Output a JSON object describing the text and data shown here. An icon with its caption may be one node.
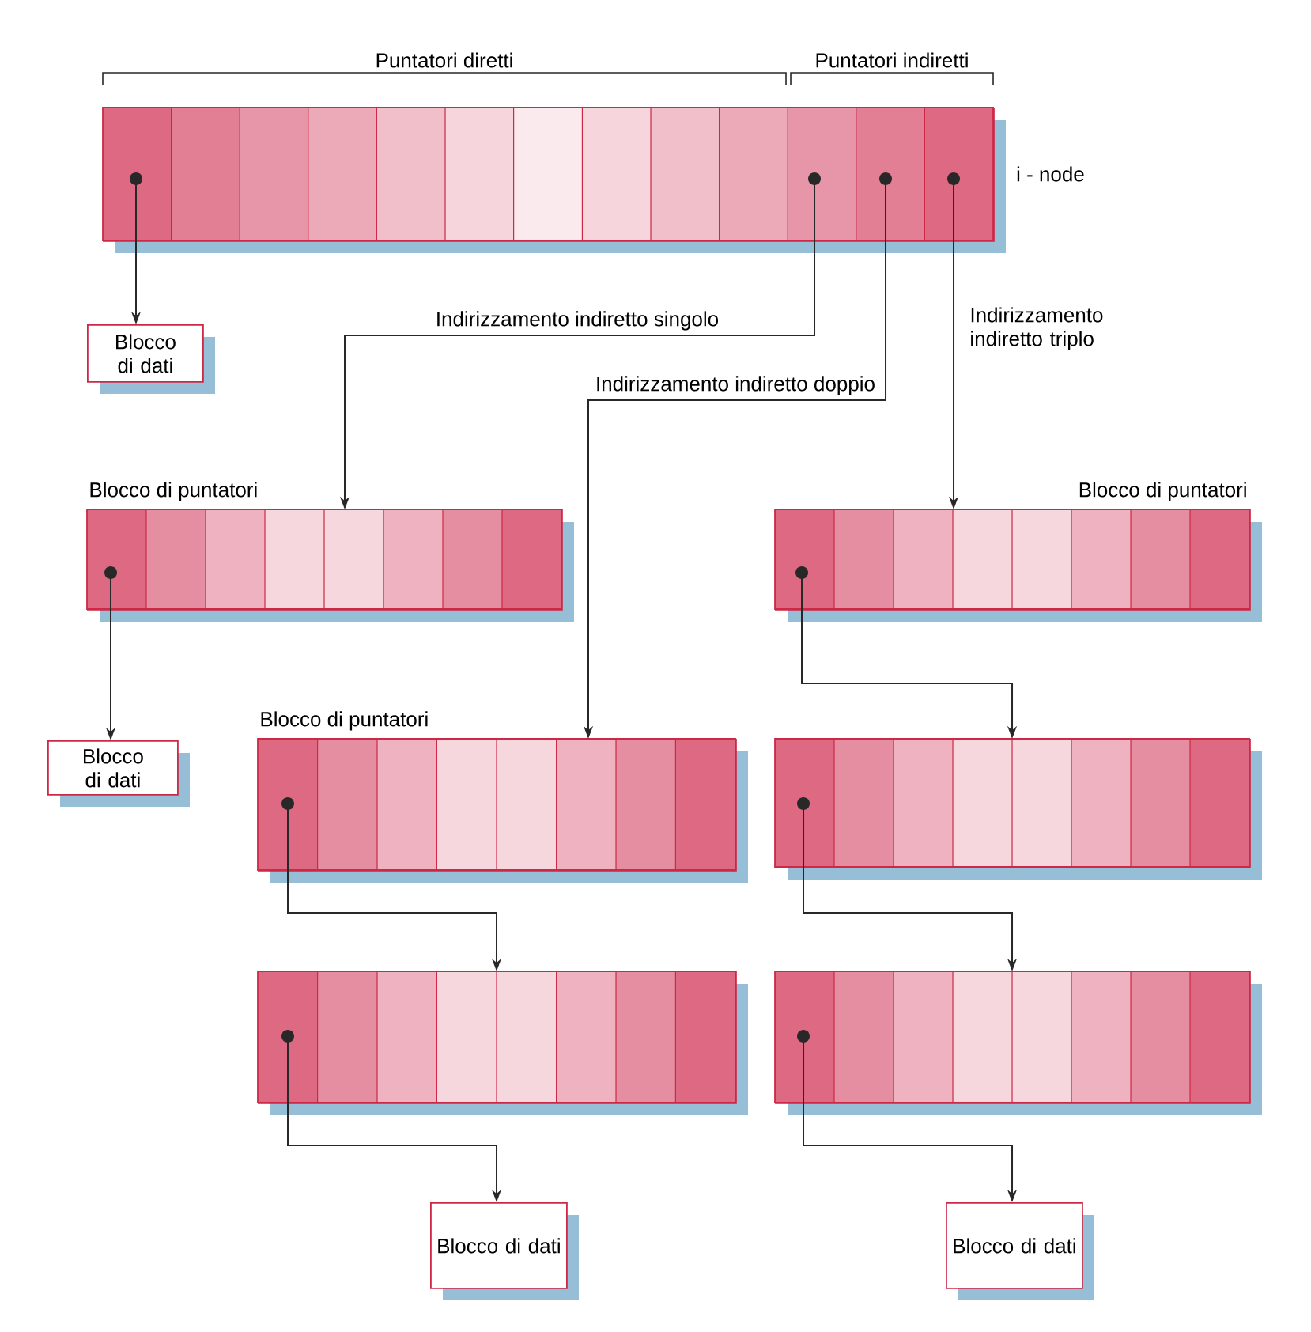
{
  "diagram": {
    "nodes": [
      {
        "text": [
          "i - node"
        ]
      },
      {
        "text": [
          "Blocco di dati"
        ]
      },
      {
        "text": [
          "Blocco di puntatori"
        ]
      },
      {
        "text": [
          "Blocco di puntatori"
        ]
      },
      {
        "text": [
          "Blocco di dati"
        ]
      },
      {
        "text": [
          "Blocco di puntatori"
        ]
      },
      {
        "text": [],
        "shape": "box"
      },
      {
        "text": [],
        "shape": "box"
      },
      {
        "text": [],
        "shape": "box"
      },
      {
        "text": [
          "Blocco di dati"
        ]
      },
      {
        "text": [
          "Blocco di dati"
        ]
      }
    ],
    "edges": [
      {
        "from": 0,
        "to": 1,
        "arrow": "to"
      },
      {
        "from": 0,
        "to": 2,
        "arrow": "to",
        "label": "Indirizzamento indiretto singolo"
      },
      {
        "from": 0,
        "to": 5,
        "arrow": "to",
        "label": "Indirizzamento indiretto doppio"
      },
      {
        "from": 0,
        "to": 3,
        "arrow": "to",
        "label": "Indirizzamento indiretto triplo"
      },
      {
        "from": 2,
        "to": 4,
        "arrow": "to"
      },
      {
        "from": 3,
        "to": 6,
        "arrow": "to"
      },
      {
        "from": 5,
        "to": 7,
        "arrow": "to"
      },
      {
        "from": 6,
        "to": 8,
        "arrow": "to"
      },
      {
        "from": 7,
        "to": 9,
        "arrow": "to"
      },
      {
        "from": 8,
        "to": 10,
        "arrow": "to"
      }
    ],
    "labels": [
      "Puntatori diretti",
      "Puntatori indiretti"
    ]
  }
}
